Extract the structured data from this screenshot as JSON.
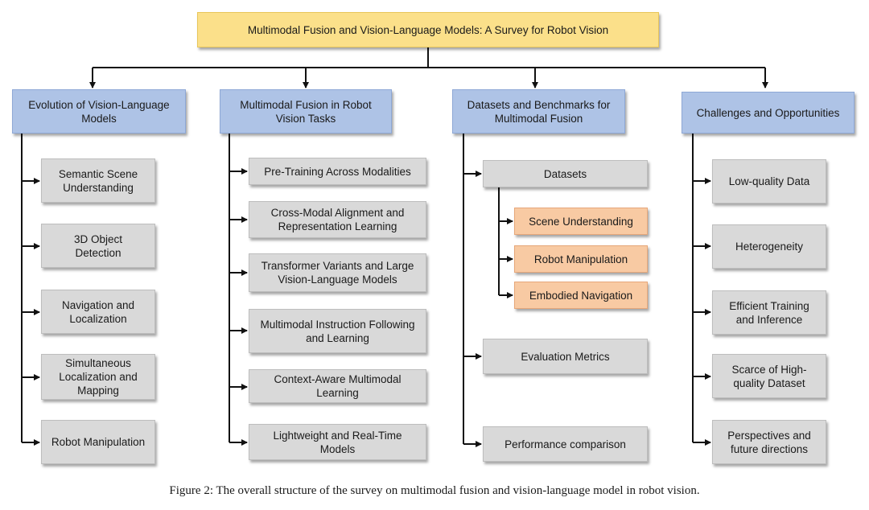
{
  "root": "Multimodal Fusion and Vision-Language Models: A Survey for Robot Vision",
  "columns": [
    {
      "title": "Evolution of Vision-Language\nModels",
      "items": [
        {
          "label": "Semantic Scene\nUnderstanding"
        },
        {
          "label": "3D Object\nDetection"
        },
        {
          "label": "Navigation and\nLocalization"
        },
        {
          "label": "Simultaneous\nLocalization and\nMapping"
        },
        {
          "label": "Robot Manipulation"
        }
      ]
    },
    {
      "title": "Multimodal Fusion in Robot\nVision Tasks",
      "items": [
        {
          "label": "Pre-Training Across Modalities"
        },
        {
          "label": "Cross-Modal Alignment and\nRepresentation Learning"
        },
        {
          "label": "Transformer Variants and Large\nVision-Language Models"
        },
        {
          "label": "Multimodal Instruction Following\nand Learning"
        },
        {
          "label": "Context-Aware Multimodal\nLearning"
        },
        {
          "label": "Lightweight and Real-Time\nModels"
        }
      ]
    },
    {
      "title": "Datasets and Benchmarks for\nMultimodal Fusion",
      "items": [
        {
          "label": "Datasets",
          "children": [
            "Scene Understanding",
            "Robot Manipulation",
            "Embodied Navigation"
          ]
        },
        {
          "label": "Evaluation Metrics"
        },
        {
          "label": "Performance comparison"
        }
      ]
    },
    {
      "title": "Challenges and Opportunities",
      "items": [
        {
          "label": "Low-quality Data"
        },
        {
          "label": "Heterogeneity"
        },
        {
          "label": "Efficient Training\nand Inference"
        },
        {
          "label": "Scarce of High-\nquality Dataset"
        },
        {
          "label": "Perspectives and\nfuture directions"
        }
      ]
    }
  ],
  "caption": "Figure 2: The overall structure of the survey on multimodal fusion and vision-language model in robot vision.",
  "colors": {
    "root": "#fbe08a",
    "category": "#aec3e6",
    "item": "#d9d9d9",
    "subitem": "#f8caa3",
    "connector": "#111111"
  }
}
